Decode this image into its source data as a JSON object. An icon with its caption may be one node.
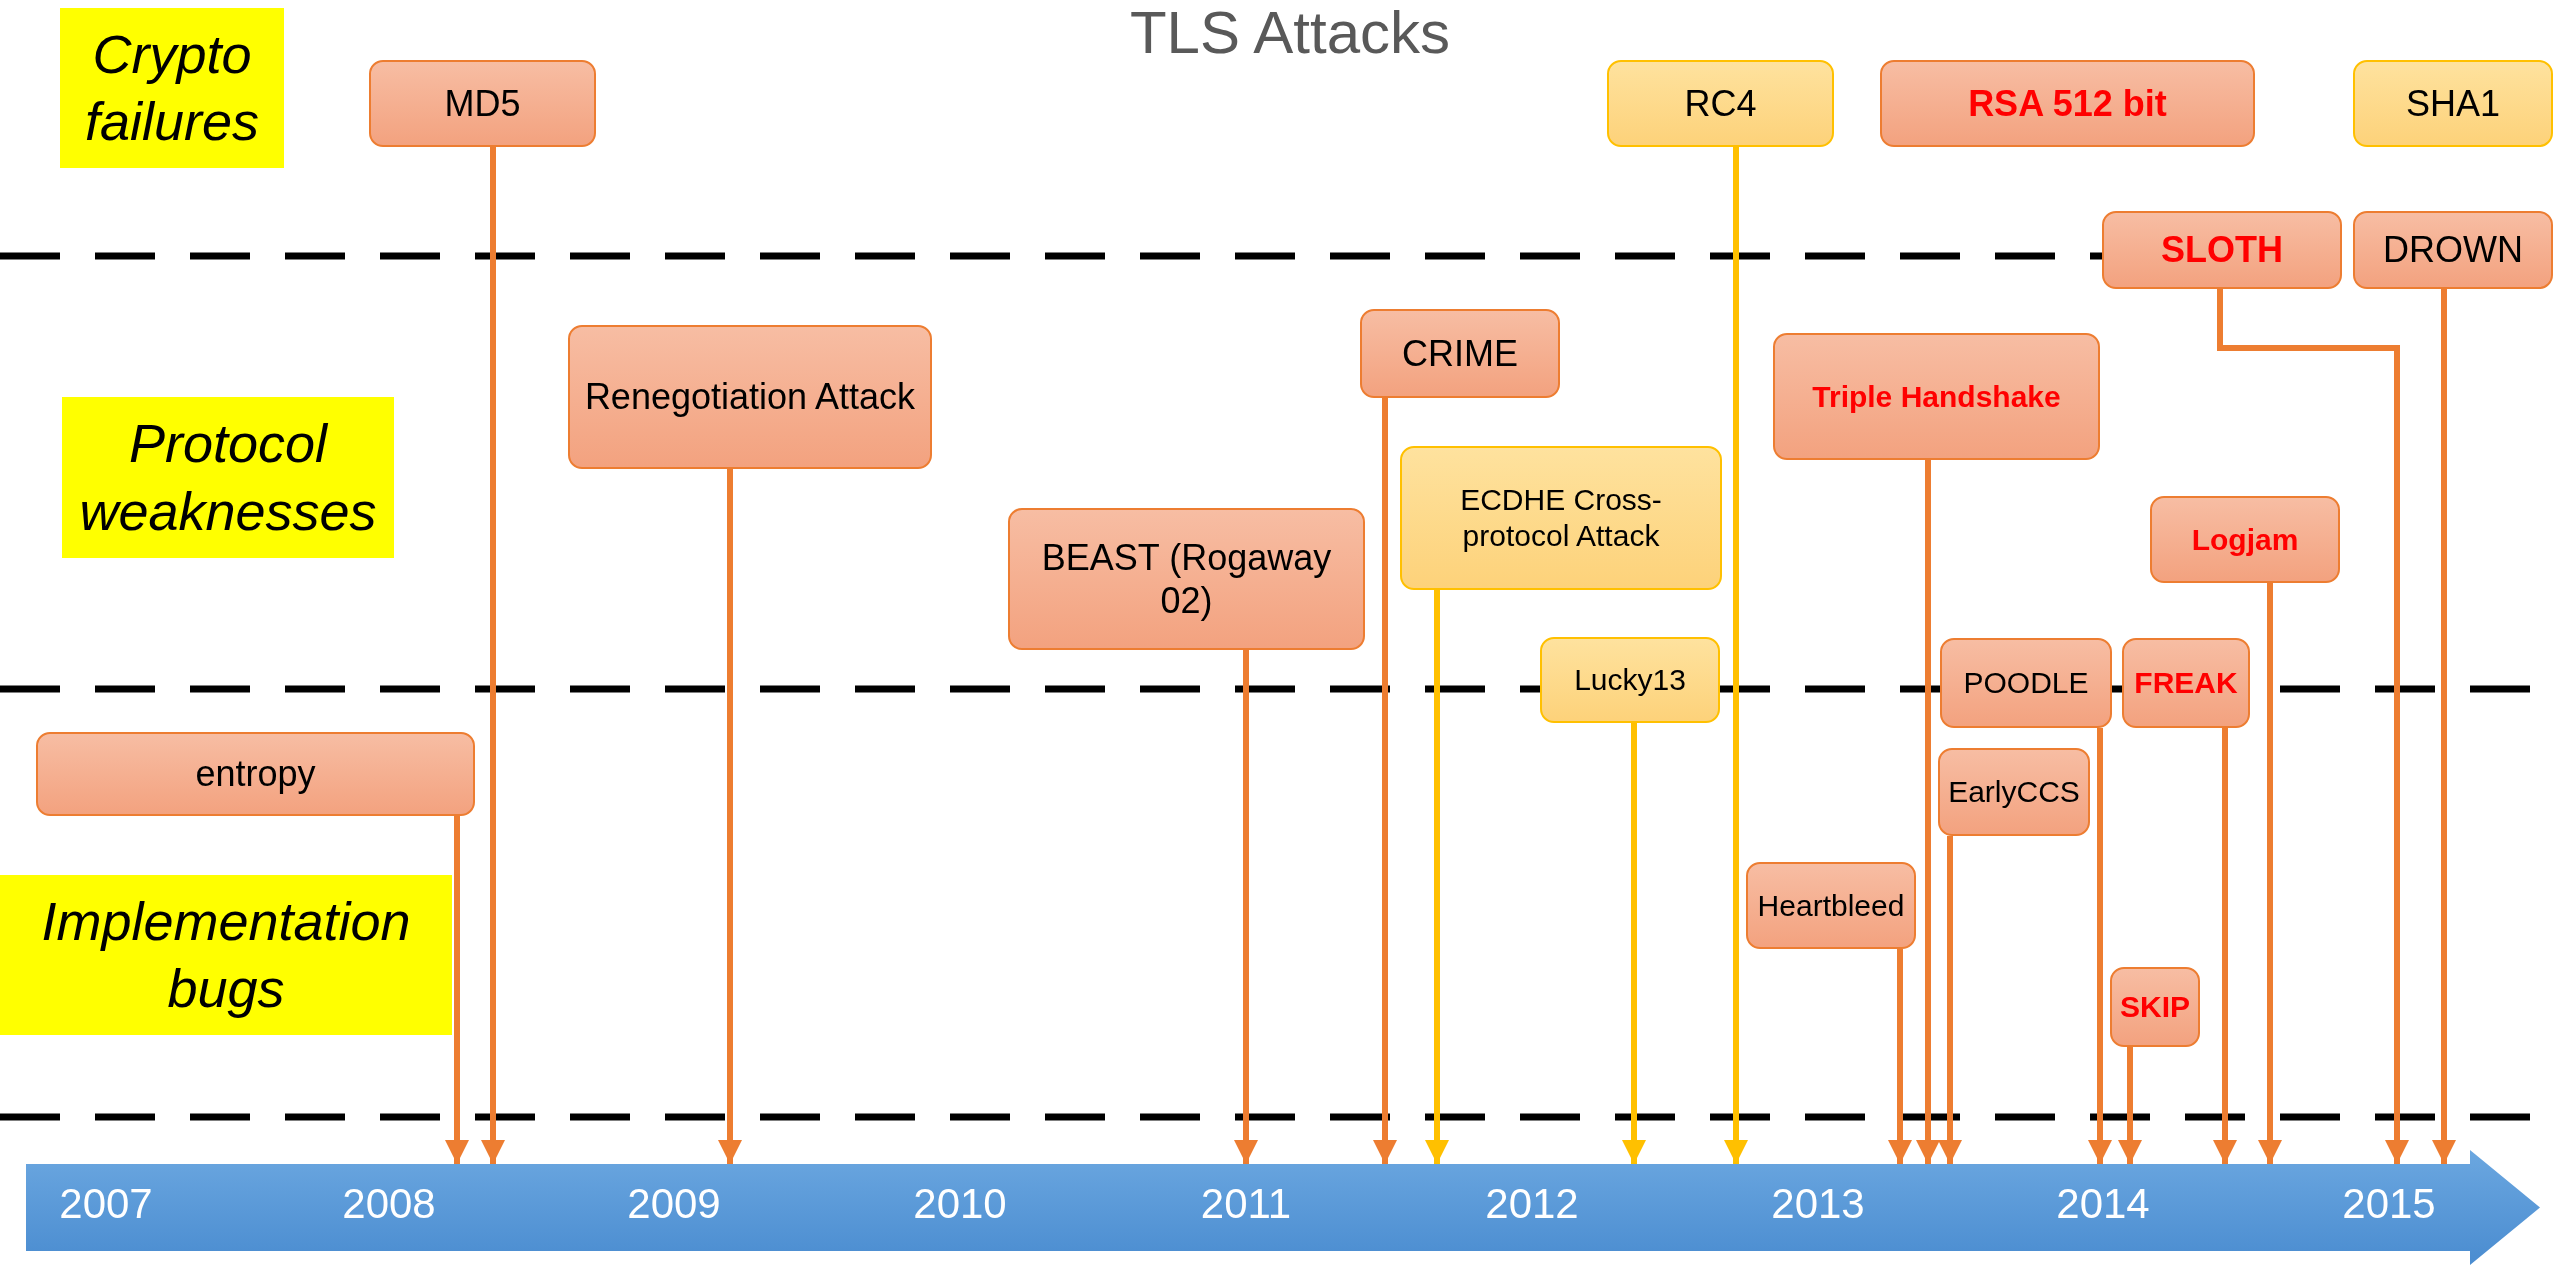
{
  "diagram": {
    "title": "TLS Attacks",
    "nodes": [
      {
        "text": [
          "Crypto failures"
        ]
      },
      {
        "text": [
          "MD5"
        ]
      },
      {
        "text": [
          "RC4"
        ]
      },
      {
        "text": [
          "RSA 512 bit"
        ]
      },
      {
        "text": [
          "SHA1"
        ]
      },
      {
        "text": [
          "SLOTH"
        ]
      },
      {
        "text": [
          "DROWN"
        ]
      },
      {
        "text": [
          "Protocol weaknesses"
        ]
      },
      {
        "text": [
          "CRIME"
        ]
      },
      {
        "text": [
          "Renegotiation Attack"
        ]
      },
      {
        "text": [
          "Triple Handshake"
        ]
      },
      {
        "text": [
          "ECDHE Cross-protocol Attack"
        ]
      },
      {
        "text": [
          "BEAST (Rogaway 02)"
        ]
      },
      {
        "text": [
          "Logjam"
        ]
      },
      {
        "text": [
          "Lucky13"
        ]
      },
      {
        "text": [
          "POODLE"
        ]
      },
      {
        "text": [
          "FREAK"
        ]
      },
      {
        "text": [
          "entropy"
        ]
      },
      {
        "text": [
          "EarlyCCS"
        ]
      },
      {
        "text": [
          "Implementation bugs"
        ]
      },
      {
        "text": [
          "Heartbleed"
        ]
      },
      {
        "text": [
          "SKIP"
        ]
      },
      {
        "text": [
          "2007",
          "2008",
          "2009",
          "2010",
          "2011",
          "2012",
          "2013",
          "2014",
          "2015"
        ]
      }
    ],
    "edges": [
      {
        "from": 1,
        "to": 22,
        "arrow": "to"
      },
      {
        "from": 2,
        "to": 22,
        "arrow": "to",
        "color": "#ffc000"
      },
      {
        "from": 5,
        "to": 22,
        "arrow": "to"
      },
      {
        "from": 6,
        "to": 22,
        "arrow": "to"
      },
      {
        "from": 8,
        "to": 22,
        "arrow": "to"
      },
      {
        "from": 9,
        "to": 22,
        "arrow": "to"
      },
      {
        "from": 10,
        "to": 22,
        "arrow": "to"
      },
      {
        "from": 11,
        "to": 22,
        "arrow": "to",
        "color": "#ffc000"
      },
      {
        "from": 12,
        "to": 22,
        "arrow": "to"
      },
      {
        "from": 13,
        "to": 22,
        "arrow": "to"
      },
      {
        "from": 14,
        "to": 22,
        "arrow": "to",
        "color": "#ffc000"
      },
      {
        "from": 15,
        "to": 22,
        "arrow": "to"
      },
      {
        "from": 16,
        "to": 22,
        "arrow": "to"
      },
      {
        "from": 17,
        "to": 22,
        "arrow": "to"
      },
      {
        "from": 18,
        "to": 22,
        "arrow": "to"
      },
      {
        "from": 20,
        "to": 22,
        "arrow": "to"
      },
      {
        "from": 21,
        "to": 22,
        "arrow": "to"
      }
    ]
  }
}
